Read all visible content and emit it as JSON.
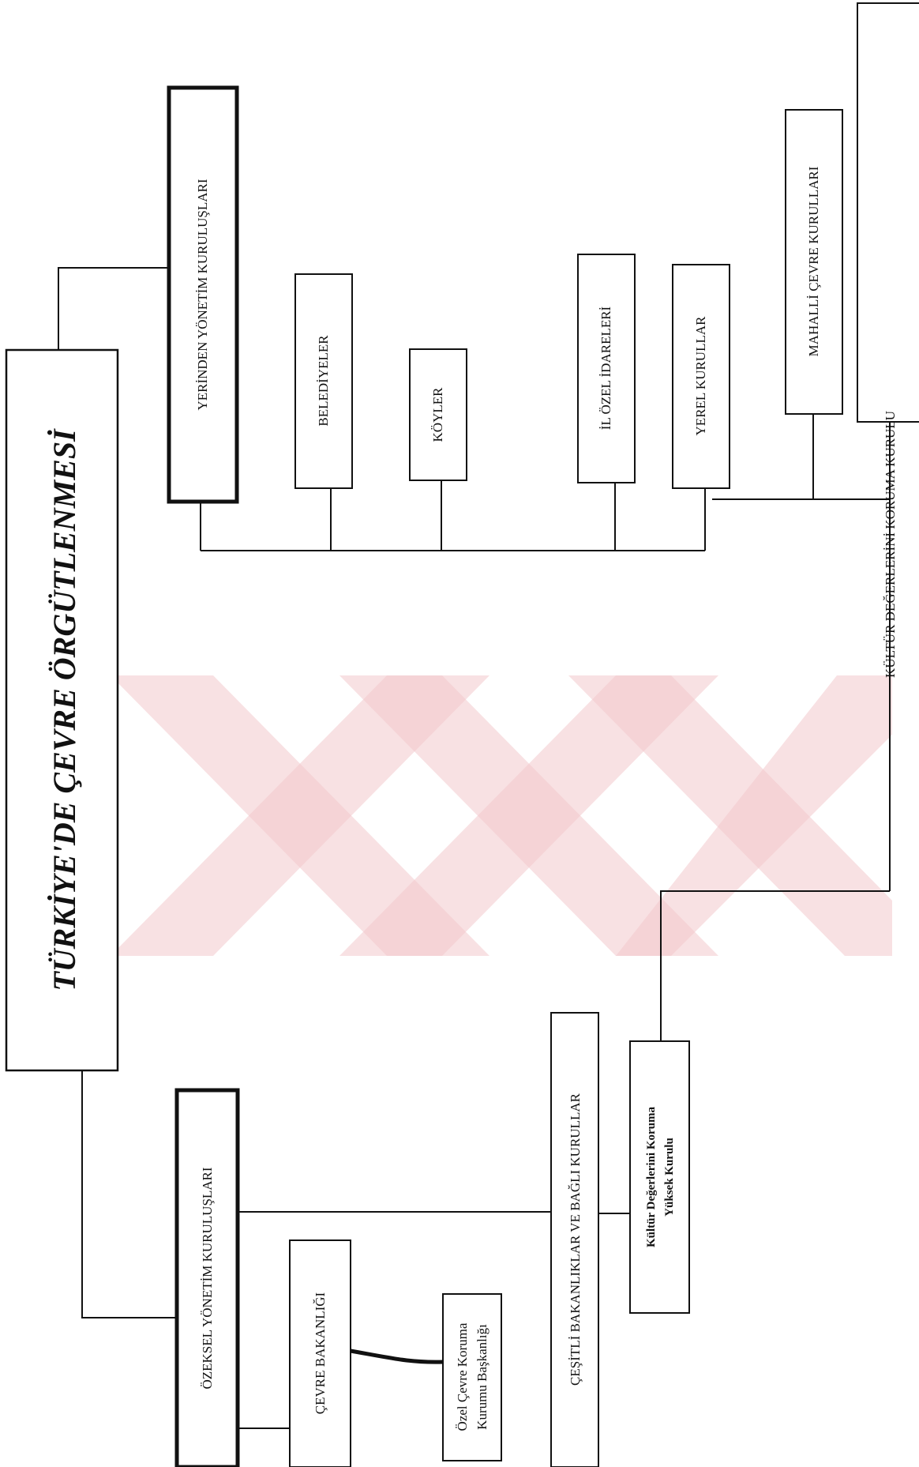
{
  "diagram": {
    "title": "TÜRKİYE'DE ÇEVRE ÖRGÜTLENMESİ",
    "nodes": {
      "yerinden": "YERİNDEN YÖNETİM KURULUŞLARI",
      "belediyeler": "BELEDİYELER",
      "koyler": "KÖYLER",
      "il_ozel": "İL ÖZEL İDARELERİ",
      "yerel": "YEREL KURULLAR",
      "mahalli": "MAHALLİ ÇEVRE KURULLARI",
      "kultur_kurulu": "KÜLTÜR DEĞERLERİNİ KORUMA KURULU",
      "ozeksel": "ÖZEKSEL YÖNETİM KURULUŞLARI",
      "cevre_bak": "ÇEVRE BAKANLIĞI",
      "ozel_cevre": [
        "Özel Çevre Koruma",
        "Kurumu Başkanlığı"
      ],
      "cesitli": "ÇEŞİTLİ BAKANLIKLAR VE BAĞLI KURULLAR",
      "kultur_yuksek": [
        "Kültür Değerlerini Koruma",
        "Yüksek Kurulu"
      ]
    }
  }
}
